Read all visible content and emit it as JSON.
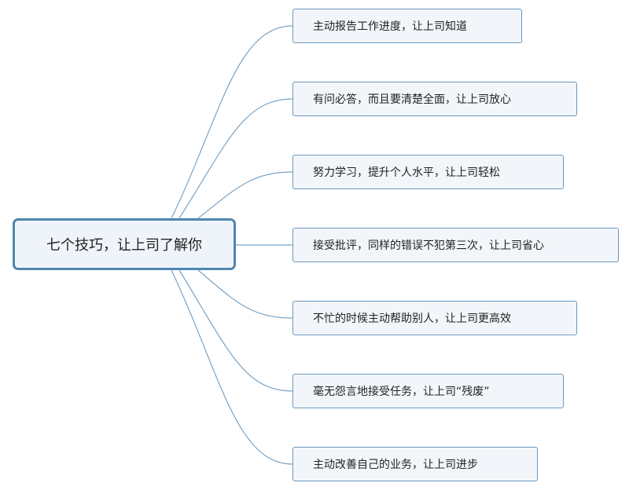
{
  "mindmap": {
    "root": {
      "label": "七个技巧，让上司了解你"
    },
    "branches": [
      {
        "label": "主动报告工作进度，让上司知道"
      },
      {
        "label": "有问必答，而且要清楚全面，让上司放心"
      },
      {
        "label": "努力学习，提升个人水平，让上司轻松"
      },
      {
        "label": "接受批评，同样的错误不犯第三次，让上司省心"
      },
      {
        "label": "不忙的时候主动帮助别人，让上司更高效"
      },
      {
        "label": "毫无怨言地接受任务，让上司“残废”"
      },
      {
        "label": "主动改善自己的业务，让上司进步"
      }
    ]
  },
  "colors": {
    "connector": "#7ba3c4",
    "root_border": "#4e86b0",
    "node_border": "#6c98bd",
    "node_fill": "#f2f6fb"
  }
}
